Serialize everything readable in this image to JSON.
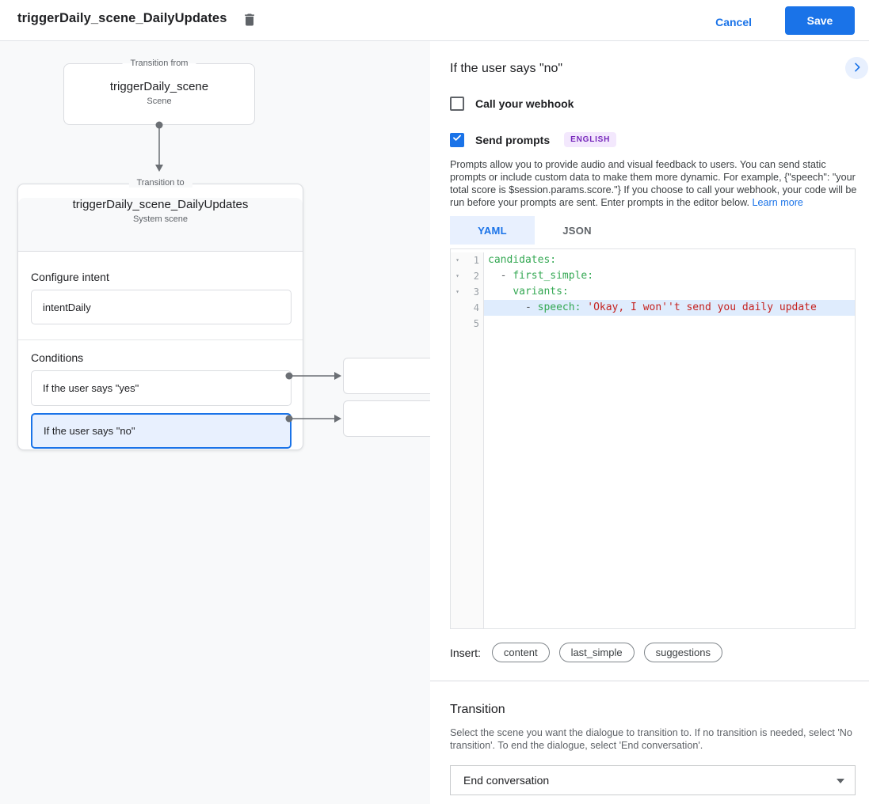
{
  "header": {
    "title": "triggerDaily_scene_DailyUpdates",
    "cancel_label": "Cancel",
    "save_label": "Save"
  },
  "flow": {
    "transition_from_label": "Transition from",
    "from_scene": {
      "name": "triggerDaily_scene",
      "type": "Scene"
    },
    "transition_to_label": "Transition to",
    "to_scene": {
      "name": "triggerDaily_scene_DailyUpdates",
      "type": "System scene"
    },
    "configure_intent_label": "Configure intent",
    "intent_value": "intentDaily",
    "conditions_label": "Conditions",
    "conditions": [
      {
        "label": "If the user says \"yes\"",
        "selected": false
      },
      {
        "label": "If the user says \"no\"",
        "selected": true
      }
    ]
  },
  "panel": {
    "title": "If the user says \"no\"",
    "webhook_label": "Call your webhook",
    "send_prompts_label": "Send prompts",
    "language_badge": "ENGLISH",
    "description": "Prompts allow you to provide audio and visual feedback to users. You can send static prompts or include custom data to make them more dynamic. For example, {\"speech\": \"your total score is $session.params.score.\"} If you choose to call your webhook, your code will be run before your prompts are sent. Enter prompts in the editor below. ",
    "learn_more_label": "Learn more",
    "tabs": [
      {
        "label": "YAML",
        "active": true
      },
      {
        "label": "JSON",
        "active": false
      }
    ],
    "editor": {
      "active_line": 4,
      "lines": [
        {
          "num": "1",
          "tokens": [
            {
              "t": "candidates:",
              "c": "key"
            }
          ]
        },
        {
          "num": "2",
          "tokens": [
            {
              "t": "  - ",
              "c": "plain"
            },
            {
              "t": "first_simple:",
              "c": "key"
            }
          ]
        },
        {
          "num": "3",
          "tokens": [
            {
              "t": "    ",
              "c": "plain"
            },
            {
              "t": "variants:",
              "c": "key"
            }
          ]
        },
        {
          "num": "4",
          "tokens": [
            {
              "t": "      - ",
              "c": "plain"
            },
            {
              "t": "speech: ",
              "c": "key"
            },
            {
              "t": "'Okay, I won''t send you daily update",
              "c": "string"
            }
          ]
        },
        {
          "num": "5",
          "tokens": []
        }
      ]
    },
    "insert_label": "Insert:",
    "insert_chips": [
      "content",
      "last_simple",
      "suggestions"
    ],
    "transition": {
      "title": "Transition",
      "description": "Select the scene you want the dialogue to transition to. If no transition is needed, select 'No transition'. To end the dialogue, select 'End conversation'.",
      "value": "End conversation"
    }
  }
}
